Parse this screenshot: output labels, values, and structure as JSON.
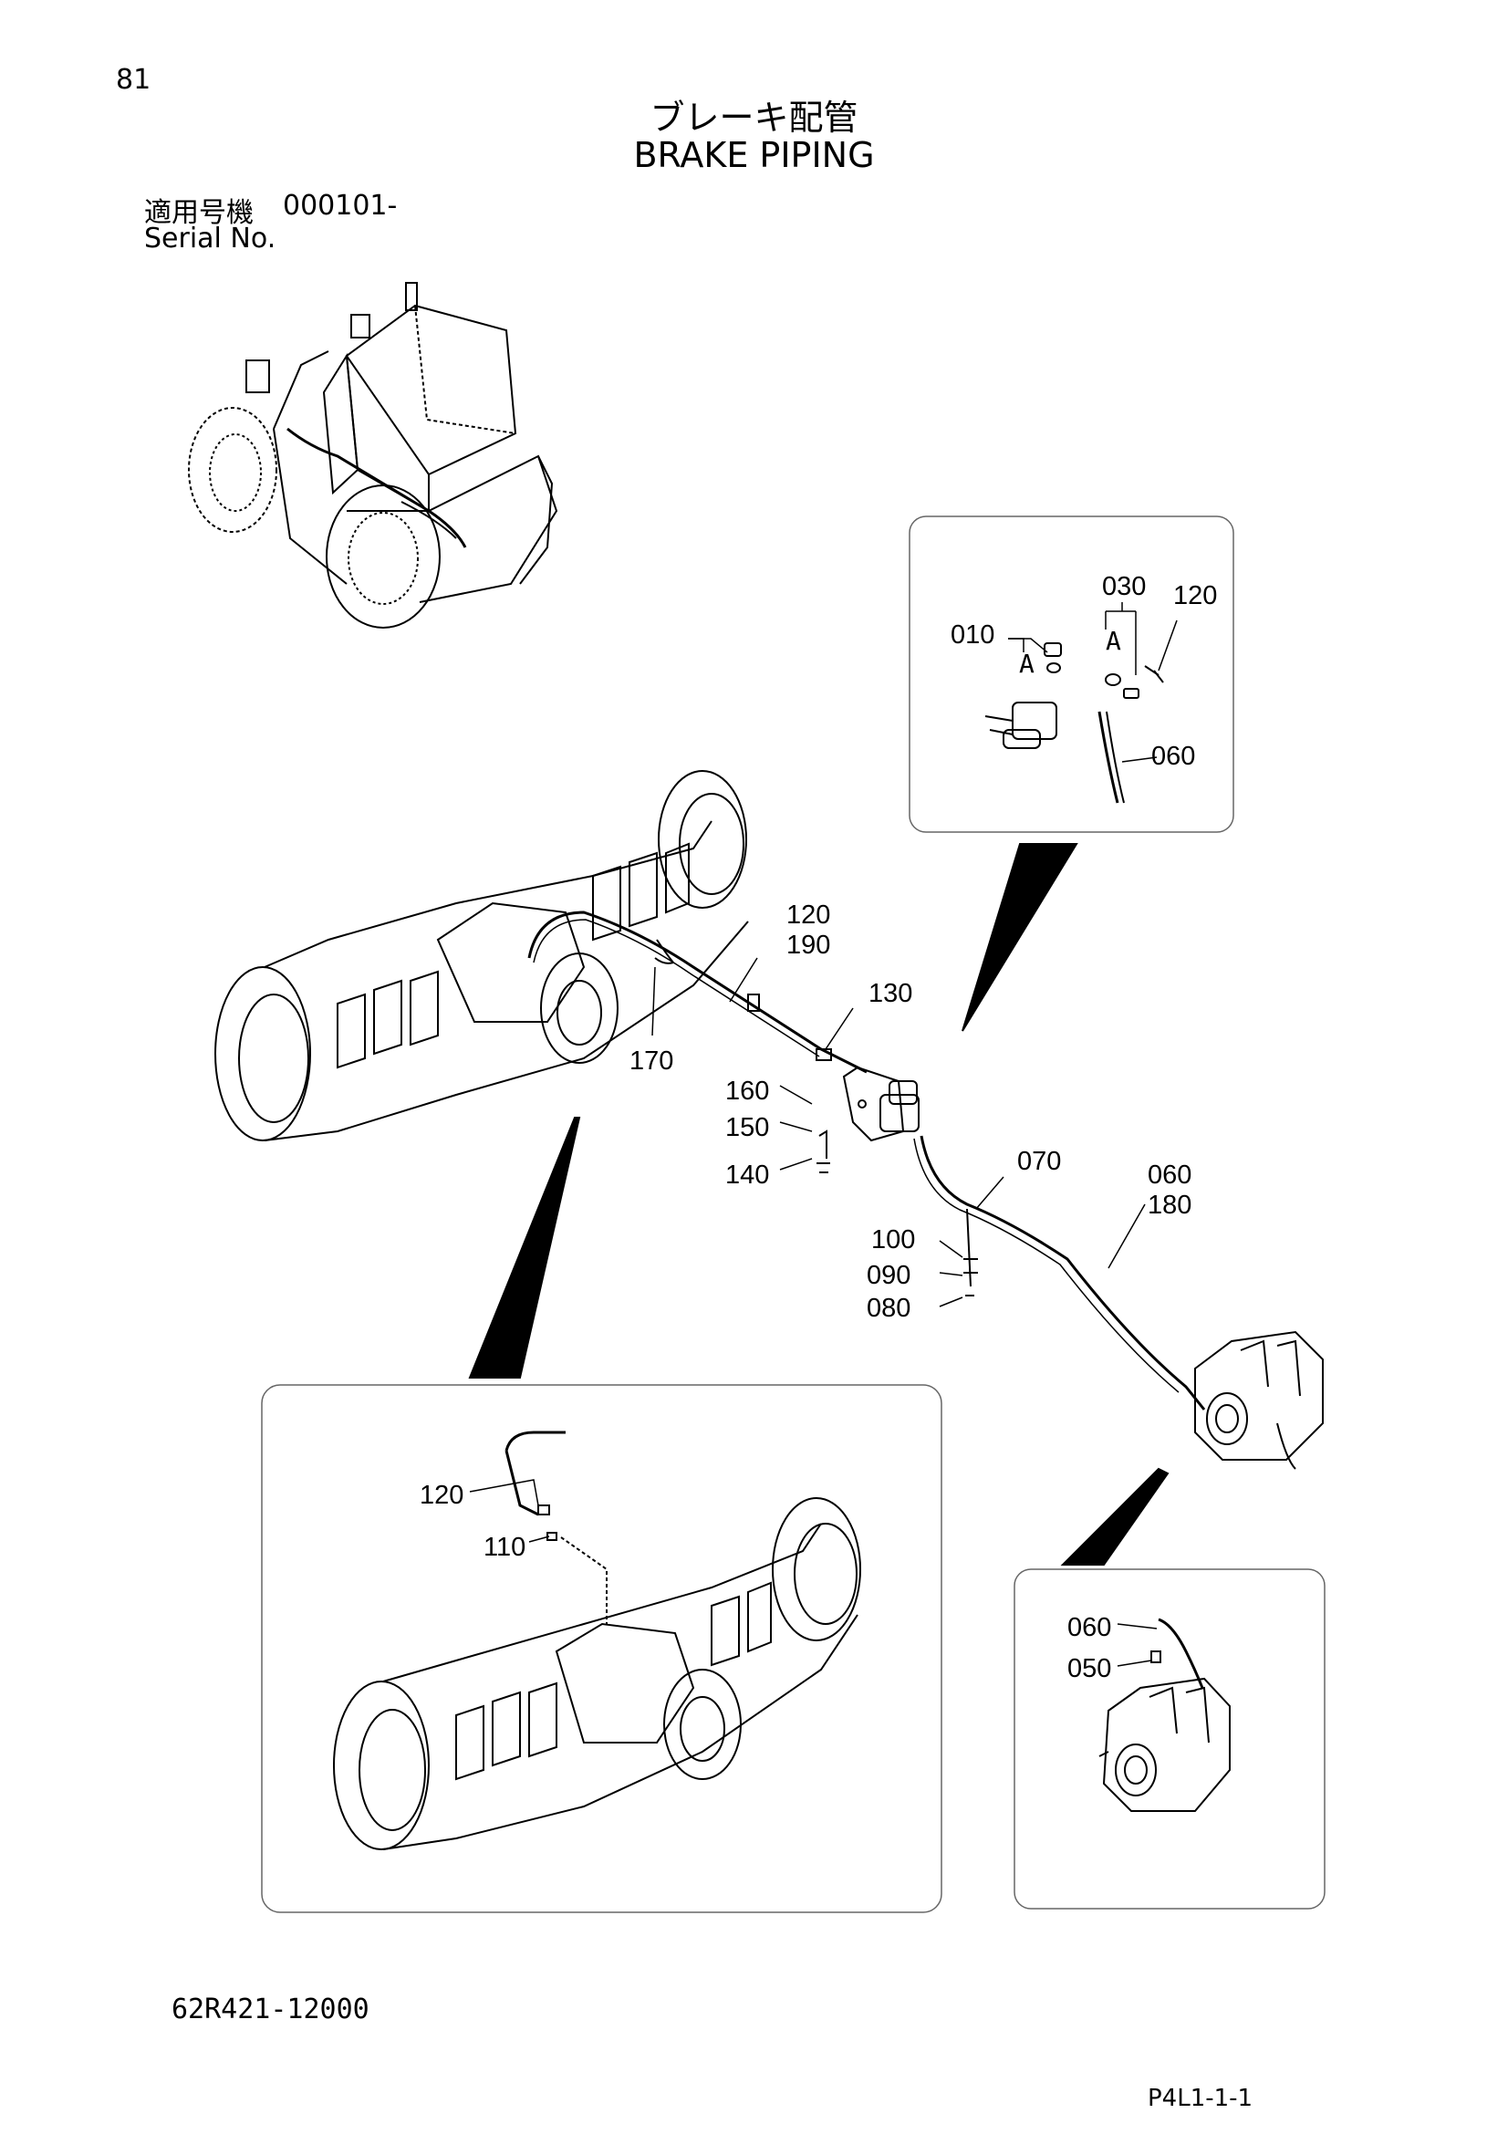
{
  "page_number": "81",
  "title_jp": "ブレーキ配管",
  "title_en": "BRAKE PIPING",
  "serial": {
    "label_jp": "適用号機",
    "range": "000101-",
    "label_en": "Serial No."
  },
  "part_labels": {
    "p010": "010",
    "p030": "030",
    "p120_top": "120",
    "p060_top": "060",
    "a_left": "A",
    "a_right": "A",
    "p120_mid": "120",
    "p190": "190",
    "p130": "130",
    "p170": "170",
    "p160": "160",
    "p150": "150",
    "p140": "140",
    "p070": "070",
    "p060_mid": "060",
    "p180": "180",
    "p100": "100",
    "p090": "090",
    "p080": "080",
    "p120_bottom": "120",
    "p110": "110",
    "p060_br": "060",
    "p050": "050"
  },
  "drawing_number": "62R421-12000",
  "page_code": "P4L1-1-1"
}
